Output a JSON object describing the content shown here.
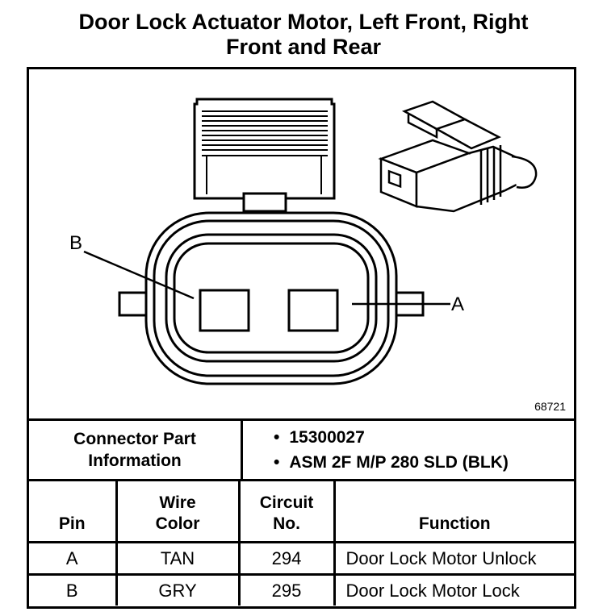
{
  "title_line1": "Door Lock Actuator Motor, Left Front, Right",
  "title_line2": "Front and Rear",
  "diagram": {
    "pin_b_label": "B",
    "pin_a_label": "A",
    "figure_number": "68721"
  },
  "connector": {
    "label_line1": "Connector Part",
    "label_line2": "Information",
    "part_number": "15300027",
    "assembly": "ASM 2F M/P 280 SLD (BLK)"
  },
  "table": {
    "headers": {
      "pin": "Pin",
      "wire_color_line1": "Wire",
      "wire_color_line2": "Color",
      "circuit_line1": "Circuit",
      "circuit_line2": "No.",
      "function": "Function"
    },
    "rows": [
      {
        "pin": "A",
        "wire_color": "TAN",
        "circuit": "294",
        "function": "Door Lock Motor Unlock"
      },
      {
        "pin": "B",
        "wire_color": "GRY",
        "circuit": "295",
        "function": "Door Lock Motor Lock"
      }
    ]
  }
}
